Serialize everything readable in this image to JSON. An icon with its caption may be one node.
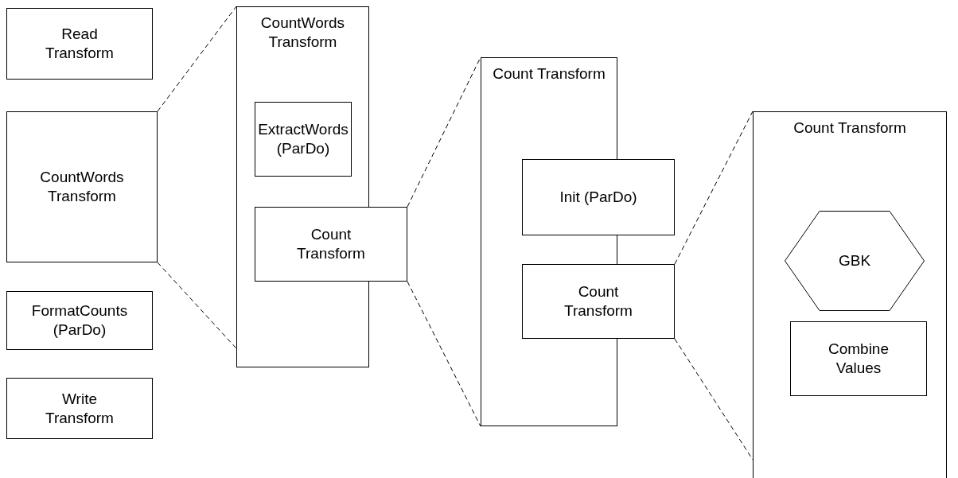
{
  "diagram": {
    "nodes": [
      {
        "text": [
          "Read Transform"
        ]
      },
      {
        "text": [
          "CountWords Transform"
        ]
      },
      {
        "text": [
          "FormatCounts (ParDo)"
        ]
      },
      {
        "text": [
          "Write Transform"
        ]
      },
      {
        "text": [
          "CountWords Transform"
        ]
      },
      {
        "text": [
          "ExtractWords (ParDo)"
        ],
        "in": 4
      },
      {
        "text": [
          "Count Transform"
        ]
      },
      {
        "text": [
          "Count Transform"
        ]
      },
      {
        "text": [
          "Init (ParDo)"
        ]
      },
      {
        "text": [
          "Count Transform"
        ]
      },
      {
        "text": [
          "Count Transform"
        ]
      },
      {
        "text": [
          "GBK"
        ],
        "in": 10
      },
      {
        "text": [
          "Combine Values"
        ],
        "in": 10
      }
    ],
    "edges": [
      {
        "from": 1,
        "to": 4,
        "arrow": "none",
        "style": "dashed"
      },
      {
        "from": 1,
        "to": 4,
        "arrow": "none",
        "style": "dashed"
      },
      {
        "from": 6,
        "to": 7,
        "arrow": "none",
        "style": "dashed"
      },
      {
        "from": 6,
        "to": 7,
        "arrow": "none",
        "style": "dashed"
      },
      {
        "from": 9,
        "to": 10,
        "arrow": "none",
        "style": "dashed"
      },
      {
        "from": 9,
        "to": 10,
        "arrow": "none",
        "style": "dashed"
      }
    ]
  }
}
